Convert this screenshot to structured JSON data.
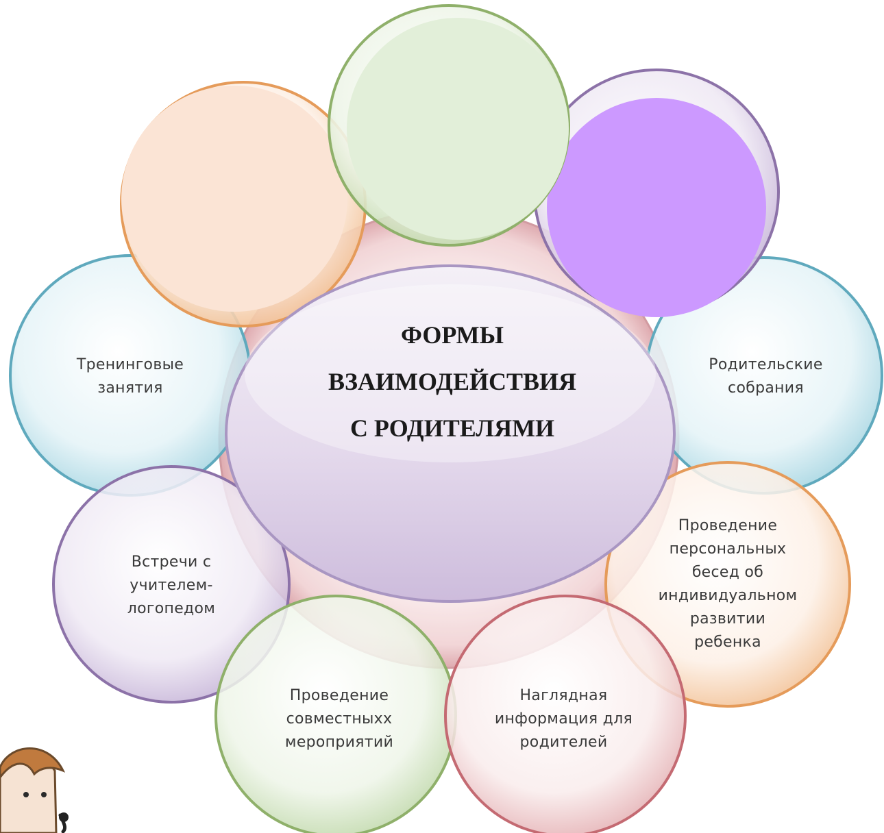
{
  "center": {
    "line1": "ФОРМЫ",
    "line2": "ВЗАИМОДЕЙСТВИЯ",
    "line3": "С РОДИТЕЛЯМИ"
  },
  "forms": [
    {
      "id": "trainings",
      "label": "Тренинговые\nзанятия"
    },
    {
      "id": "parent-meetings",
      "label": "Родительские\nсобрания"
    },
    {
      "id": "speech-therapist",
      "label": "Встречи с\nучителем-\nлогопедом"
    },
    {
      "id": "personal-talks",
      "label": "Проведение\nперсональных\nбесед об\nиндивидуальном\nразвитии\nребенка"
    },
    {
      "id": "joint-events",
      "label": "Проведение\nсовместныхх\nмероприятий"
    },
    {
      "id": "visual-info",
      "label": "Наглядная\nинформация для\nродителей"
    }
  ],
  "colors": {
    "blue": "#bfe3ec",
    "blue_edge": "#5fa9bd",
    "purple": "#ddd2e8",
    "purple_edge": "#8c72a8",
    "green": "#e2efd9",
    "green_edge": "#8fb06a",
    "red": "#f5dcdc",
    "red_edge": "#c46a72",
    "orange": "#fbe4d5",
    "orange_edge": "#e59b5a",
    "violet_fill": "#cc99ff",
    "center_fill": "#e6dcee",
    "center_edge": "#a996c2"
  }
}
